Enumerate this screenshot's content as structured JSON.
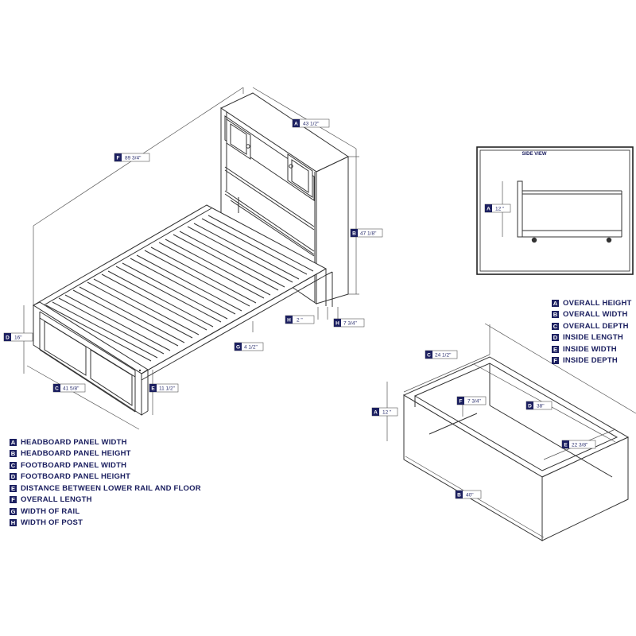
{
  "colors": {
    "line": "#333333",
    "dim": "#2a2f6e",
    "key": "#1c2060"
  },
  "side_view": {
    "title": "SIDE VIEW",
    "dim_a": {
      "key": "A",
      "value": "12 \""
    }
  },
  "bed_dims": {
    "A": "43 1/2\"",
    "B": "47 1/8\"",
    "C": "41 5/8\"",
    "D": "16\"",
    "E": "11 1/2\"",
    "F": "89 3/4\"",
    "G": "4 1/2\"",
    "H1": "2 \"",
    "H2": "7 3/4\""
  },
  "drawer_dims": {
    "A": "12 \"",
    "B": "40\"",
    "C": "24 1/2\"",
    "D": "38\"",
    "E": "22 3/8\"",
    "F": "7 3/4\""
  },
  "bed_legend": [
    {
      "key": "A",
      "label": "HEADBOARD PANEL WIDTH"
    },
    {
      "key": "B",
      "label": "HEADBOARD PANEL HEIGHT"
    },
    {
      "key": "C",
      "label": "FOOTBOARD PANEL WIDTH"
    },
    {
      "key": "D",
      "label": "FOOTBOARD PANEL HEIGHT"
    },
    {
      "key": "E",
      "label": "DISTANCE BETWEEN LOWER RAIL AND FLOOR"
    },
    {
      "key": "F",
      "label": "OVERALL LENGTH"
    },
    {
      "key": "G",
      "label": "WIDTH OF RAIL"
    },
    {
      "key": "H",
      "label": "WIDTH OF POST"
    }
  ],
  "drawer_legend": [
    {
      "key": "A",
      "label": "OVERALL HEIGHT"
    },
    {
      "key": "B",
      "label": "OVERALL WIDTH"
    },
    {
      "key": "C",
      "label": "OVERALL DEPTH"
    },
    {
      "key": "D",
      "label": "INSIDE LENGTH"
    },
    {
      "key": "E",
      "label": "INSIDE WIDTH"
    },
    {
      "key": "F",
      "label": "INSIDE DEPTH"
    }
  ]
}
